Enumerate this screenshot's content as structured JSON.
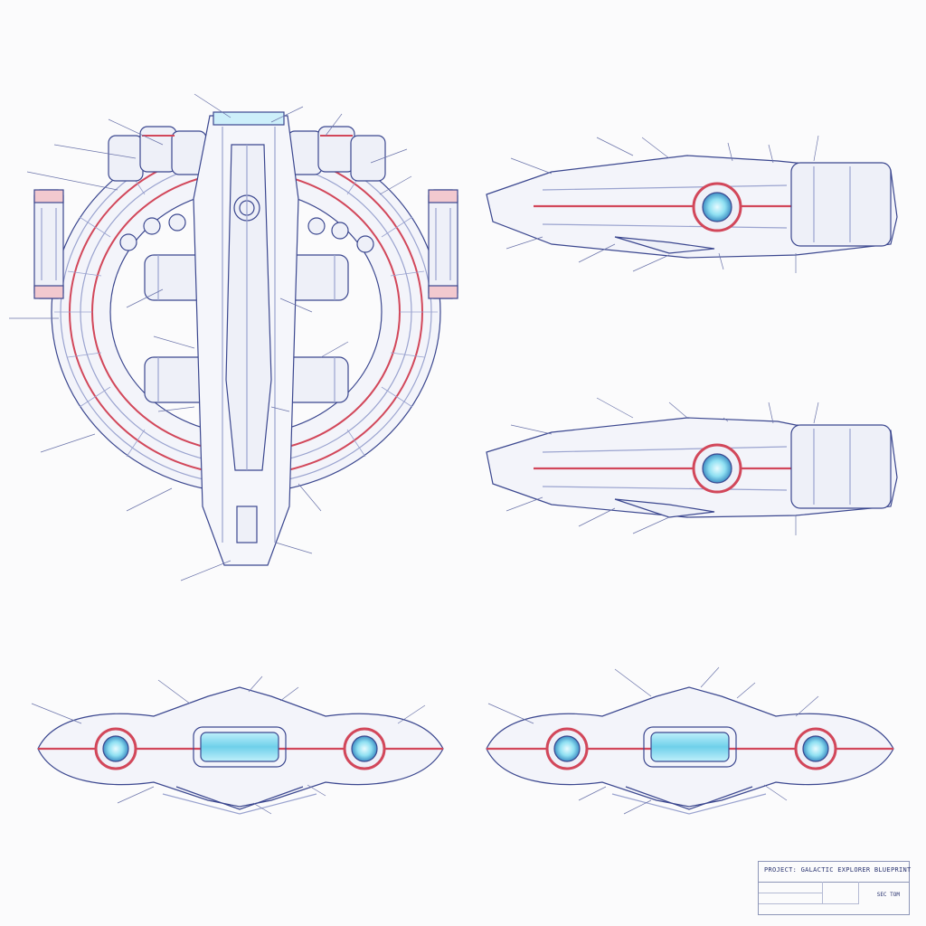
{
  "colors": {
    "background": "#fbfbfc",
    "line": "#3b478f",
    "line_light": "#9aa3cf",
    "accent_red": "#d2475a",
    "glow_cyan": "#7ad6ee"
  },
  "views": [
    {
      "name": "top-view"
    },
    {
      "name": "side-view-upper"
    },
    {
      "name": "side-view-lower"
    },
    {
      "name": "front-view-left"
    },
    {
      "name": "front-view-right"
    }
  ],
  "title_block": {
    "title": "PROJECT: GALACTIC EXPLORER BLUEPRINT",
    "scale": "SEC TOM"
  }
}
